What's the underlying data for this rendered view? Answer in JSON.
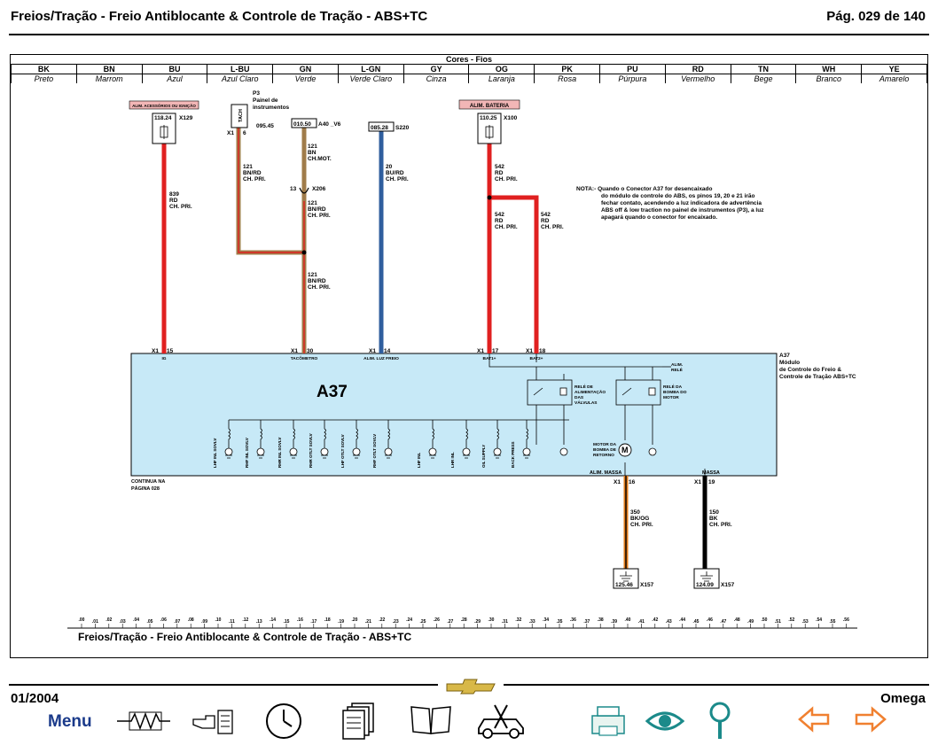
{
  "header": {
    "title": "Freios/Tração - Freio Antiblocante & Controle de Tração - ABS+TC",
    "page": "Pág. 029 de 140"
  },
  "colors_table": {
    "title": "Cores - Fios",
    "entries": [
      {
        "code": "BK",
        "name": "Preto"
      },
      {
        "code": "BN",
        "name": "Marrom"
      },
      {
        "code": "BU",
        "name": "Azul"
      },
      {
        "code": "L-BU",
        "name": "Azul Claro"
      },
      {
        "code": "GN",
        "name": "Verde"
      },
      {
        "code": "L-GN",
        "name": "Verde Claro"
      },
      {
        "code": "GY",
        "name": "Cinza"
      },
      {
        "code": "OG",
        "name": "Laranja"
      },
      {
        "code": "PK",
        "name": "Rosa"
      },
      {
        "code": "PU",
        "name": "Púrpura"
      },
      {
        "code": "RD",
        "name": "Vermelho"
      },
      {
        "code": "TN",
        "name": "Bege"
      },
      {
        "code": "WH",
        "name": "Branco"
      },
      {
        "code": "YE",
        "name": "Amarelo"
      }
    ]
  },
  "diagram": {
    "ign_label": "ALIM. ACESSÓRIOS OU IGNIÇÃO",
    "bat_label": "ALIM. BATERIA",
    "f1_val": "118.24",
    "f1_id": "X129",
    "f2_val": "110.25",
    "f2_id": "X100",
    "p3_l1": "P3",
    "p3_l2": "Painel de",
    "p3_l3": "instrumentos",
    "tach": "TACH",
    "p3_pin_x": "X1",
    "p3_pin_n": "6",
    "p3_ref": "095.45",
    "c1_val": "010.50",
    "c1_id": "A40 _V6",
    "c2_val": "085.28",
    "c2_id": "S220",
    "x206_n": "13",
    "x206_id": "X206",
    "w839": [
      "839",
      "RD",
      "CH. PRI."
    ],
    "w121a": [
      "121",
      "BN/RD",
      "CH. PRI."
    ],
    "w121b": [
      "121",
      "BN",
      "CH.MOT."
    ],
    "w121c": [
      "121",
      "BN/RD",
      "CH. PRI."
    ],
    "w121d": [
      "121",
      "BN/RD",
      "CH. PRI."
    ],
    "w20": [
      "20",
      "BU/RD",
      "CH. PRI."
    ],
    "w542a": [
      "542",
      "RD",
      "CH. PRI."
    ],
    "w542b": [
      "542",
      "RD",
      "CH. PRI."
    ],
    "w542c": [
      "542",
      "RD",
      "CH. PRI."
    ],
    "w350": [
      "350",
      "BK/OG",
      "CH. PRI."
    ],
    "w150": [
      "150",
      "BK",
      "CH. PRI."
    ],
    "note_head": "NOTA:- Quando o Conector A37 for desencaixado",
    "note_lines": [
      "do módulo de controle do ABS, os pinos 19, 20 e 21 irão",
      "fechar contato, acendendo a luz indicadora de advertência",
      "ABS off & low traction no painel de instrumentos (P3), a luz",
      "apagará quando o conector for encaixado."
    ],
    "x1": "X1",
    "pins": {
      "p15": "15",
      "p30": "30",
      "p14": "14",
      "p17": "17",
      "p18": "18",
      "p16": "16",
      "p19": "19"
    },
    "pin_ig": "IG",
    "pin_tac": "TACÔMETRO",
    "pin_luz": "ALIM. LUZ FREIO",
    "pin_bat1": "BAT1+",
    "pin_bat2": "BAT2+",
    "mod_title": "A37",
    "a37_lines": [
      "A37",
      "Módulo",
      "de Controle do Freio &",
      "Controle de Tração ABS+TC"
    ],
    "alim_rele": [
      "ALIM.",
      "RELÉ"
    ],
    "rele1": [
      "RELÉ DE",
      "ALIMENTAÇÃO",
      "DAS",
      "VÁLVULAS"
    ],
    "rele2": [
      "RELÉ DA",
      "BOMBA DO",
      "MOTOR"
    ],
    "motor": [
      "MOTOR DA",
      "BOMBA DE",
      "RETORNO"
    ],
    "motor_sym": "M",
    "sols": [
      "LHF INL SOVLV",
      "RHF INL SOVLV",
      "RHR INL SOVLV",
      "RHR OTLT SOVLV",
      "LHF OTLT SOVLV",
      "RHF OTLT SOVLV",
      "LHF INL",
      "LHR INL",
      "OIL SUPPLY",
      "BACK PRESS"
    ],
    "continua": [
      "CONTINUA NA",
      "PÁGINA 028"
    ],
    "alim_massa": "ALIM. MASSA",
    "massa": "MASSA",
    "g1_val": "125.46",
    "g1_id": "X157",
    "g2_val": "124.09",
    "g2_id": "X157",
    "grid": [
      ".00",
      ".01",
      ".02",
      ".03",
      ".04",
      ".05",
      ".06",
      ".07",
      ".08",
      ".09",
      ".10",
      ".11",
      ".12",
      ".13",
      ".14",
      ".15",
      ".16",
      ".17",
      ".18",
      ".19",
      ".20",
      ".21",
      ".22",
      ".23",
      ".24",
      ".25",
      ".26",
      ".27",
      ".28",
      ".29",
      ".30",
      ".31",
      ".32",
      ".33",
      ".34",
      ".35",
      ".36",
      ".37",
      ".38",
      ".39",
      ".40",
      ".41",
      ".42",
      ".43",
      ".44",
      ".45",
      ".46",
      ".47",
      ".48",
      ".49",
      ".50",
      ".51",
      ".52",
      ".53",
      ".54",
      ".55",
      ".56"
    ],
    "footer_title": "Freios/Tração - Freio Antiblocante & Controle de Tração - ABS+TC"
  },
  "footer": {
    "date": "01/2004",
    "car": "Omega",
    "menu": "Menu"
  },
  "colors": {
    "red": "#e02020",
    "brown": "#a07c4a",
    "blue": "#2f5e9e",
    "orange": "#e07b1a",
    "module_fill": "#c7e9f7",
    "pink_label": "#f2b6b6",
    "nav_arrow": "#f08030",
    "icon_teal": "#1b8a8a"
  }
}
